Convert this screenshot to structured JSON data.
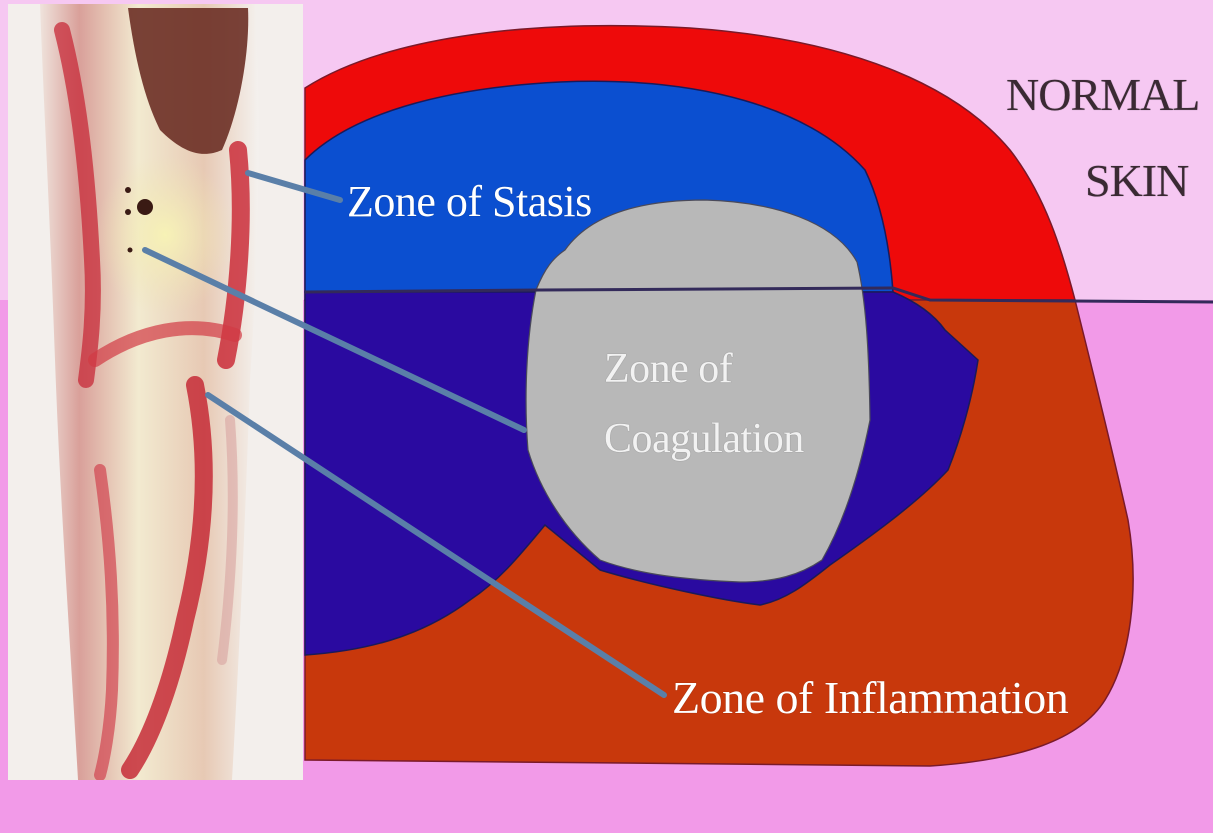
{
  "labels": {
    "stasis": "Zone of Stasis",
    "coagulation_line1": "Zone of",
    "coagulation_line2": "Coagulation",
    "inflammation": "Zone of Inflammation",
    "normal_line1": "NORMAL",
    "normal_line2": "SKIN"
  },
  "colors": {
    "normal_skin_upper": "#f6c8f2",
    "normal_skin_lower": "#f29ae8",
    "zone_inflammation_surface": "#ee0a0a",
    "zone_inflammation_deep": "#c8380c",
    "zone_stasis_surface": "#0b4fd0",
    "zone_stasis_deep": "#2a0aa0",
    "zone_coagulation": "#b8b8b8",
    "skin_surface_line": "#332a5a",
    "pointer_line": "#5a7fa8"
  }
}
